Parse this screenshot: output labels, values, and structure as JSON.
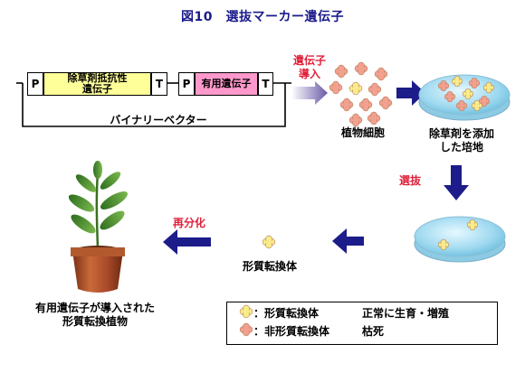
{
  "title": "図10　選抜マーカー遺伝子",
  "vector": {
    "promoter1": "P",
    "marker_gene": "除草剤抵抗性\n遺伝子",
    "terminator1": "T",
    "promoter2": "P",
    "useful_gene": "有用遺伝子",
    "terminator2": "T",
    "name": "バイナリーベクター"
  },
  "steps": {
    "introduction": "遺伝子\n導入",
    "plant_cells": "植物細胞",
    "medium": "除草剤を添加\nした培地",
    "selection": "選抜",
    "transformant": "形質転換体",
    "regeneration": "再分化",
    "plant": "有用遺伝子が導入された\n形質転換植物"
  },
  "legend": {
    "transformant_label": "：形質転換体",
    "transformant_result": "正常に生育・増殖",
    "non_transformant_label": "：非形質転換体",
    "non_transformant_result": "枯死"
  },
  "colors": {
    "title": "#1a1a8c",
    "arrow": "#1c1c8a",
    "red_text": "#e0203a",
    "marker_gene_box": "#ffff99",
    "useful_gene_box": "#ff99cc",
    "transformant_cell": "#f8eb8a",
    "non_transformant_cell": "#f2a08f",
    "pot": "#b5562e",
    "leaf": "#3f8a2a"
  }
}
